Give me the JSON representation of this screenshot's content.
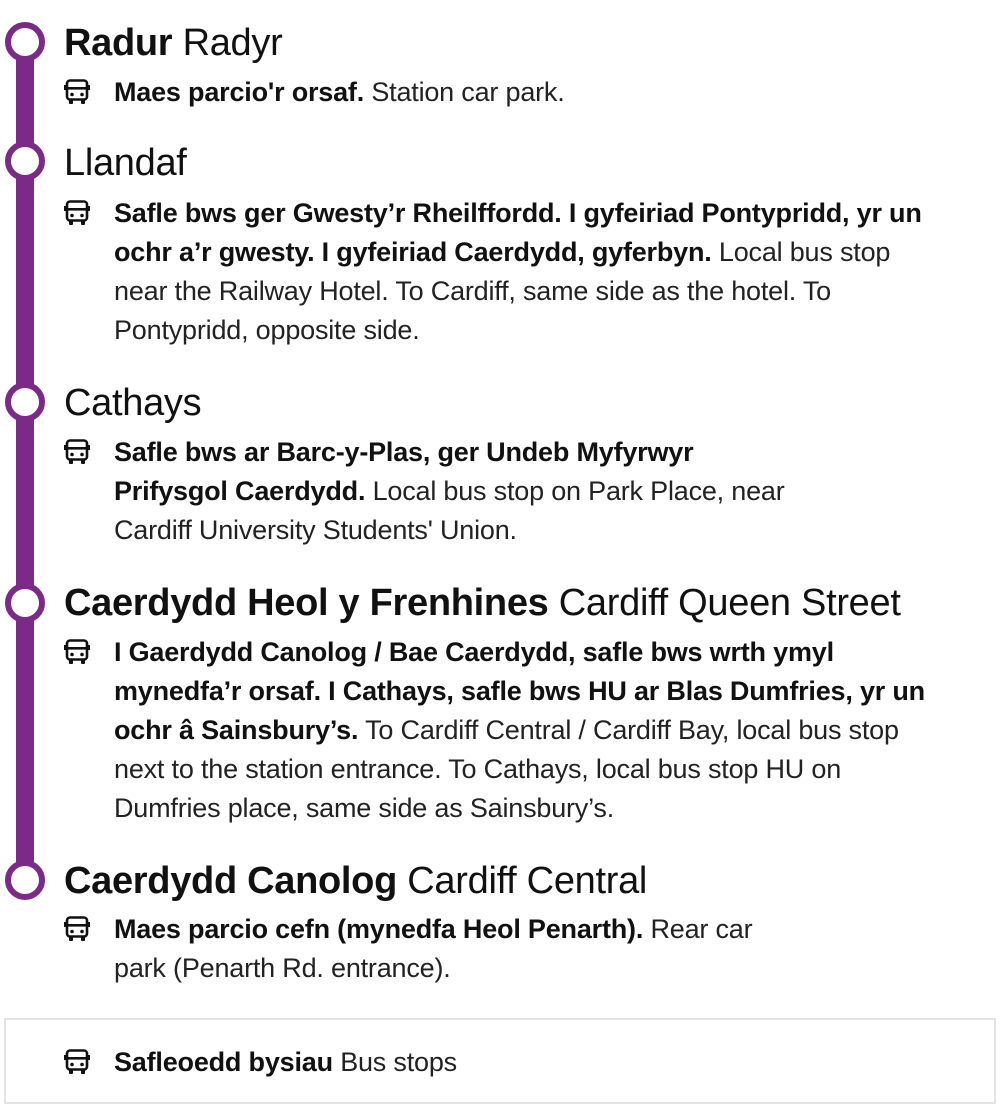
{
  "colors": {
    "line": "#7B2A87",
    "text": "#111111"
  },
  "icons": {
    "bus": "bus-icon"
  },
  "stations": [
    {
      "name_cy": "Radur",
      "name_en": "Radyr",
      "bus_cy": "Maes parcio'r orsaf.",
      "bus_en": "Station car park."
    },
    {
      "name_cy": "",
      "name_en": "Llandaf",
      "bus_cy": "Safle bws ger Gwesty’r Rheilffordd. I gyfeiriad Pontypridd, yr un ochr a’r gwesty. I gyfeiriad Caerdydd, gyferbyn.",
      "bus_en": "Local bus stop near the Railway Hotel. To Cardiff, same side as the hotel. To Pontypridd, opposite side."
    },
    {
      "name_cy": "",
      "name_en": "Cathays",
      "bus_cy": "Safle bws ar Barc-y-Plas, ger Undeb Myfyrwyr Prifysgol Caerdydd.",
      "bus_en": "Local bus stop on Park Place, near Cardiff University Students' Union."
    },
    {
      "name_cy": "Caerdydd Heol y Frenhines",
      "name_en": "Cardiff Queen Street",
      "bus_cy": "I Gaerdydd Canolog / Bae Caerdydd, safle bws wrth ymyl mynedfa’r orsaf. I Cathays, safle bws HU ar Blas Dumfries, yr un ochr â Sainsbury’s.",
      "bus_en": "To Cardiff Central / Cardiff Bay, local bus stop next to the station entrance. To Cathays, local bus stop HU on Dumfries place, same side as Sainsbury’s."
    },
    {
      "name_cy": "Caerdydd Canolog",
      "name_en": "Cardiff Central",
      "bus_cy": "Maes parcio cefn (mynedfa Heol Penarth).",
      "bus_en": "Rear car park (Penarth Rd. entrance)."
    }
  ],
  "legend": {
    "label_cy": "Safleoedd bysiau",
    "label_en": "Bus stops"
  }
}
